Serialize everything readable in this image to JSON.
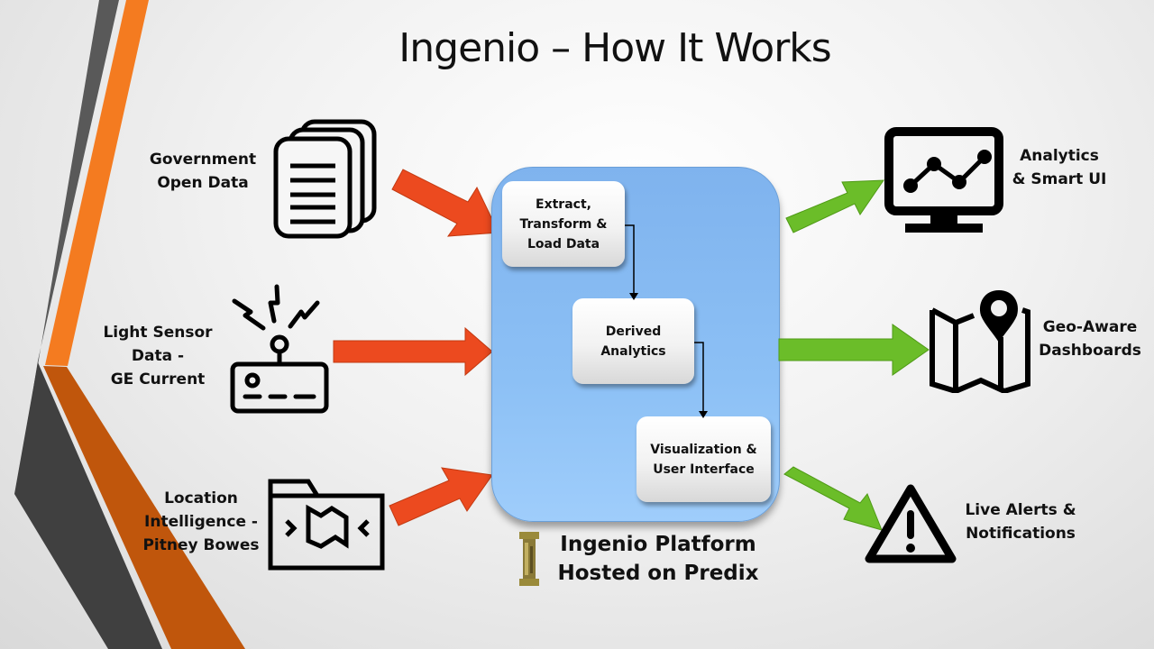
{
  "title": "Ingenio – How It Works",
  "inputs": [
    {
      "label_lines": [
        "Government",
        "Open Data"
      ],
      "icon": "documents-icon"
    },
    {
      "label_lines": [
        "Light Sensor",
        "Data -",
        "GE Current"
      ],
      "icon": "sensor-icon"
    },
    {
      "label_lines": [
        "Location",
        "Intelligence -",
        "Pitney Bowes"
      ],
      "icon": "map-folder-icon"
    }
  ],
  "platform": {
    "steps": [
      {
        "lines": [
          "Extract,",
          "Transform &",
          "Load Data"
        ]
      },
      {
        "lines": [
          "Derived",
          "Analytics"
        ]
      },
      {
        "lines": [
          "Visualization &",
          "User Interface"
        ]
      }
    ],
    "caption_lines": [
      "Ingenio Platform",
      "Hosted on Predix"
    ],
    "logo_icon": "predix-tower-icon"
  },
  "outputs": [
    {
      "label_lines": [
        "Analytics",
        "& Smart UI"
      ],
      "icon": "monitor-chart-icon"
    },
    {
      "label_lines": [
        "Geo-Aware",
        "Dashboards"
      ],
      "icon": "map-pin-icon"
    },
    {
      "label_lines": [
        "Live Alerts &",
        "Notifications"
      ],
      "icon": "warning-icon"
    }
  ],
  "colors": {
    "input_arrow": "#ec4a1f",
    "output_arrow": "#6bbd29",
    "platform_blue": "#86baf2",
    "accent_orange": "#f47b20",
    "accent_gray": "#595959"
  }
}
